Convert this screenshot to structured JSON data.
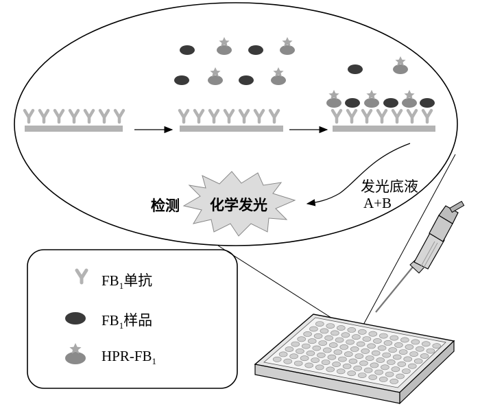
{
  "process": {
    "detect_label": "检测",
    "chemiluminescence_label": "化学发光",
    "substrate_label": "发光底液",
    "substrate_components": "A+B"
  },
  "legend": {
    "items": [
      {
        "icon": "antibody-icon",
        "main": "FB",
        "sub": "1",
        "suffix": "单抗"
      },
      {
        "icon": "sample-ellipse-icon",
        "main": "FB",
        "sub": "1",
        "suffix": "样品"
      },
      {
        "icon": "hrp-conjugate-icon",
        "main": "HPR-FB",
        "sub": "1",
        "suffix": ""
      }
    ]
  },
  "colors": {
    "antibody": "#b3b3b3",
    "sample": "#3a3a3a",
    "conjugate": "#8a8a8a",
    "star": "#a8a8a8",
    "plate": "#d9d9d9",
    "burst": "#dcdcdc"
  }
}
